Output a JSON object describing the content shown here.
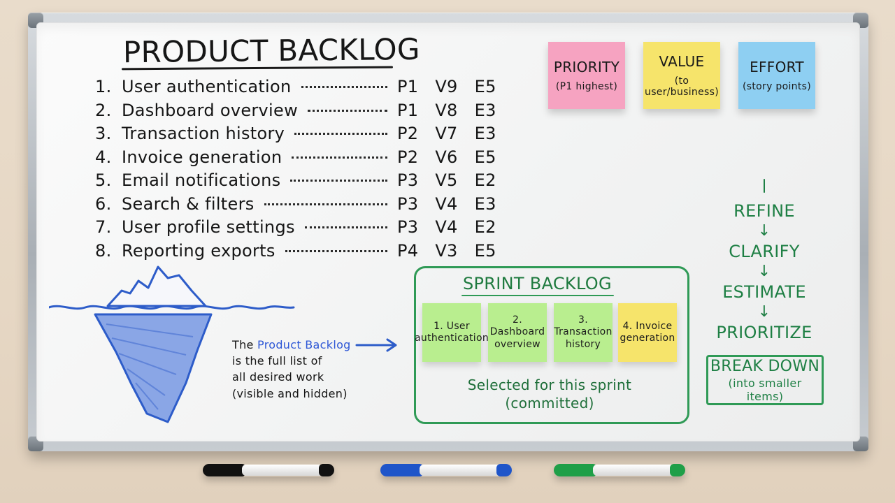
{
  "scene": {
    "title": "PRODUCT BACKLOG",
    "backlog_items": [
      {
        "num": "1.",
        "label": "User authentication",
        "p": "P1",
        "v": "V9",
        "e": "E5"
      },
      {
        "num": "2.",
        "label": "Dashboard overview",
        "p": "P1",
        "v": "V8",
        "e": "E3"
      },
      {
        "num": "3.",
        "label": "Transaction history",
        "p": "P2",
        "v": "V7",
        "e": "E3"
      },
      {
        "num": "4.",
        "label": "Invoice generation",
        "p": "P2",
        "v": "V6",
        "e": "E5"
      },
      {
        "num": "5.",
        "label": "Email notifications",
        "p": "P3",
        "v": "V5",
        "e": "E2"
      },
      {
        "num": "6.",
        "label": "Search & filters",
        "p": "P3",
        "v": "V4",
        "e": "E3"
      },
      {
        "num": "7.",
        "label": "User profile settings",
        "p": "P3",
        "v": "V4",
        "e": "E2"
      },
      {
        "num": "8.",
        "label": "Reporting exports",
        "p": "P4",
        "v": "V3",
        "e": "E5"
      }
    ],
    "legend_notes": [
      {
        "title": "PRIORITY",
        "subtitle": "(P1 highest)",
        "color": "#f6a3c1"
      },
      {
        "title": "VALUE",
        "subtitle": "(to user/business)",
        "color": "#f6e46b"
      },
      {
        "title": "EFFORT",
        "subtitle": "(story points)",
        "color": "#8ecff2"
      }
    ],
    "iceberg": {
      "caption_line1_prefix": "The ",
      "caption_line1_highlight": "Product Backlog",
      "caption_line2": "is the full list of",
      "caption_line3": "all desired work",
      "caption_line4": "(visible and hidden)"
    },
    "sprint": {
      "title": "SPRINT BACKLOG",
      "items": [
        {
          "text": "1. User authentication",
          "color": "#b9ee8f"
        },
        {
          "text": "2. Dashboard overview",
          "color": "#b9ee8f"
        },
        {
          "text": "3. Transaction history",
          "color": "#b9ee8f"
        },
        {
          "text": "4. Invoice generation",
          "color": "#f6e46b"
        }
      ],
      "caption_line1": "Selected for this sprint",
      "caption_line2": "(committed)"
    },
    "process_flow": {
      "steps": [
        "REFINE",
        "CLARIFY",
        "ESTIMATE",
        "PRIORITIZE"
      ],
      "breakdown_title": "BREAK DOWN",
      "breakdown_subtitle": "(into smaller items)"
    },
    "markers": [
      {
        "color": "#111111"
      },
      {
        "color": "#1f55c9"
      },
      {
        "color": "#1f9f48"
      }
    ]
  }
}
